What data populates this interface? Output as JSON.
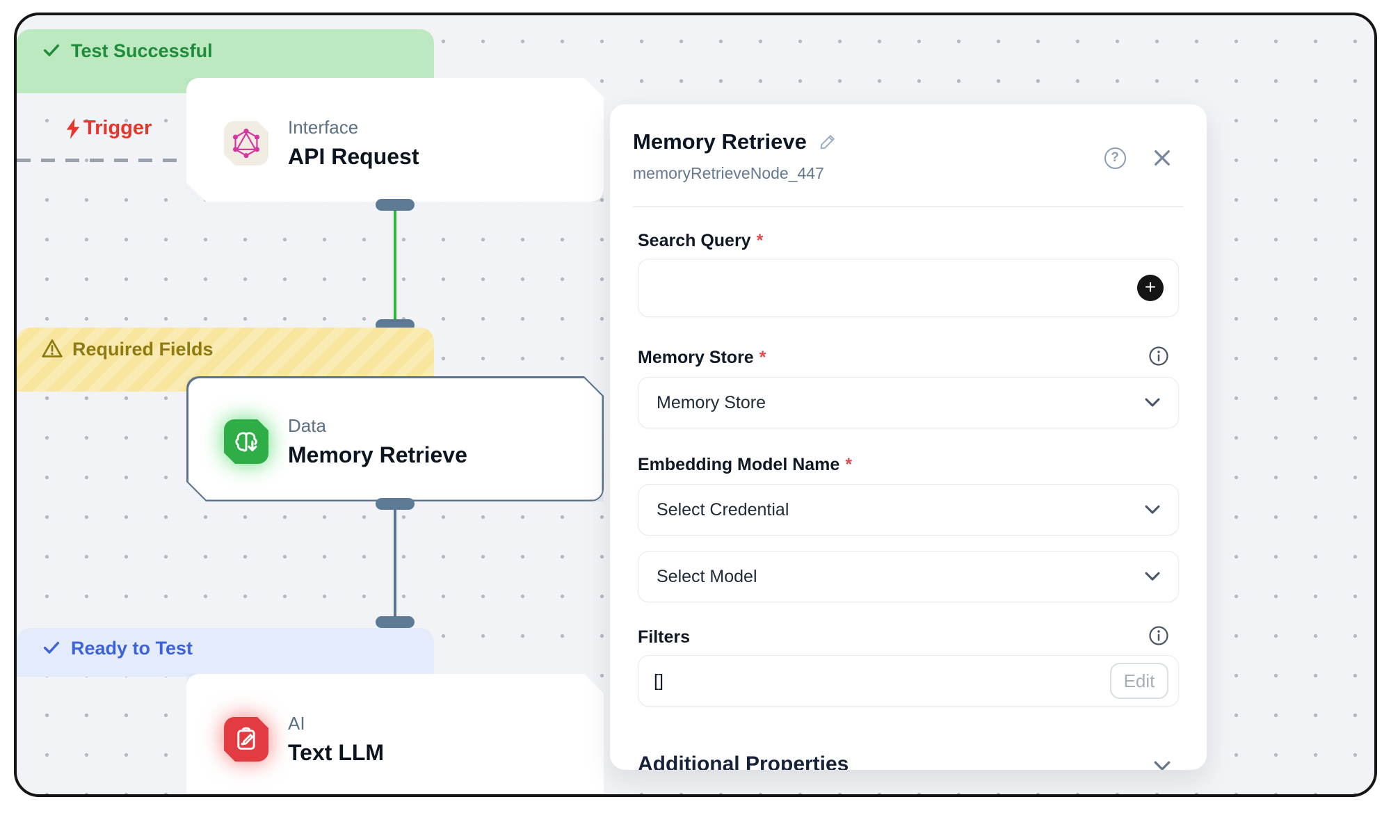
{
  "canvas": {
    "trigger_label": "Trigger"
  },
  "icons": {
    "check_glyph": "✓",
    "help_glyph": "?",
    "plus_glyph": "+",
    "required_mark": "*"
  },
  "nodes": [
    {
      "status": "Test Successful",
      "category": "Interface",
      "title": "API Request"
    },
    {
      "status": "Required Fields",
      "category": "Data",
      "title": "Memory Retrieve"
    },
    {
      "status": "Ready to Test",
      "category": "AI",
      "title": "Text LLM"
    }
  ],
  "panel": {
    "title": "Memory Retrieve",
    "node_id": "memoryRetrieveNode_447",
    "search_query": {
      "label": "Search Query",
      "value": ""
    },
    "memory_store": {
      "label": "Memory Store",
      "selected": "Memory Store"
    },
    "embedding": {
      "label": "Embedding Model Name",
      "credential_value": "Select Credential",
      "model_value": "Select Model"
    },
    "filters": {
      "label": "Filters",
      "value": "[]",
      "edit_label": "Edit"
    },
    "additional_properties_label": "Additional Properties"
  },
  "colors": {
    "status_success_bg": "#bde9c1",
    "status_success_text": "#1f8b3b",
    "status_warning_bg": "#f8e59e",
    "status_warning_text": "#8f7a12",
    "status_ready_bg": "#e4ebfb",
    "status_ready_text": "#3d63d9",
    "edge_success": "#2db63c",
    "edge_default": "#5c7490",
    "trigger": "#e8352b",
    "accent_dark": "#141414",
    "required": "#e5484d"
  }
}
